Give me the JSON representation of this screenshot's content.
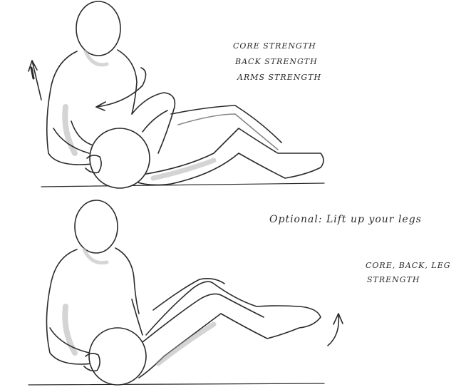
{
  "top_panel": {
    "notes": [
      "CORE STRENGTH",
      "BACK STRENGTH",
      "ARMS STRENGTH"
    ]
  },
  "bottom_panel": {
    "optional_note": "Optional: Lift up your legs",
    "notes_line1": "CORE, BACK, LEG",
    "notes_line2": "STRENGTH"
  },
  "colors": {
    "ink": "#2a2a2a",
    "shade": "#b8b8b8",
    "background": "#ffffff"
  }
}
